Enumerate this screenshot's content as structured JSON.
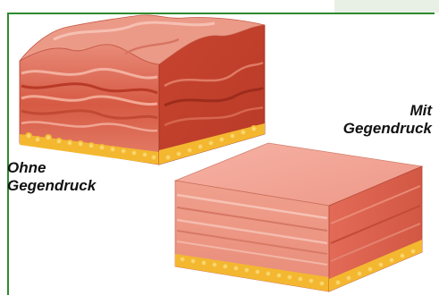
{
  "labels": {
    "without_pressure": [
      "Ohne",
      "Gegendruck"
    ],
    "with_pressure": [
      "Mit",
      "Gegendruck"
    ]
  },
  "colors": {
    "frame": "#2e8b2e",
    "skin_light": "#f0a89a",
    "skin_mid": "#e47a68",
    "skin_dark": "#c8452f",
    "fat": "#f4b830",
    "fat_light": "#fad46a"
  }
}
